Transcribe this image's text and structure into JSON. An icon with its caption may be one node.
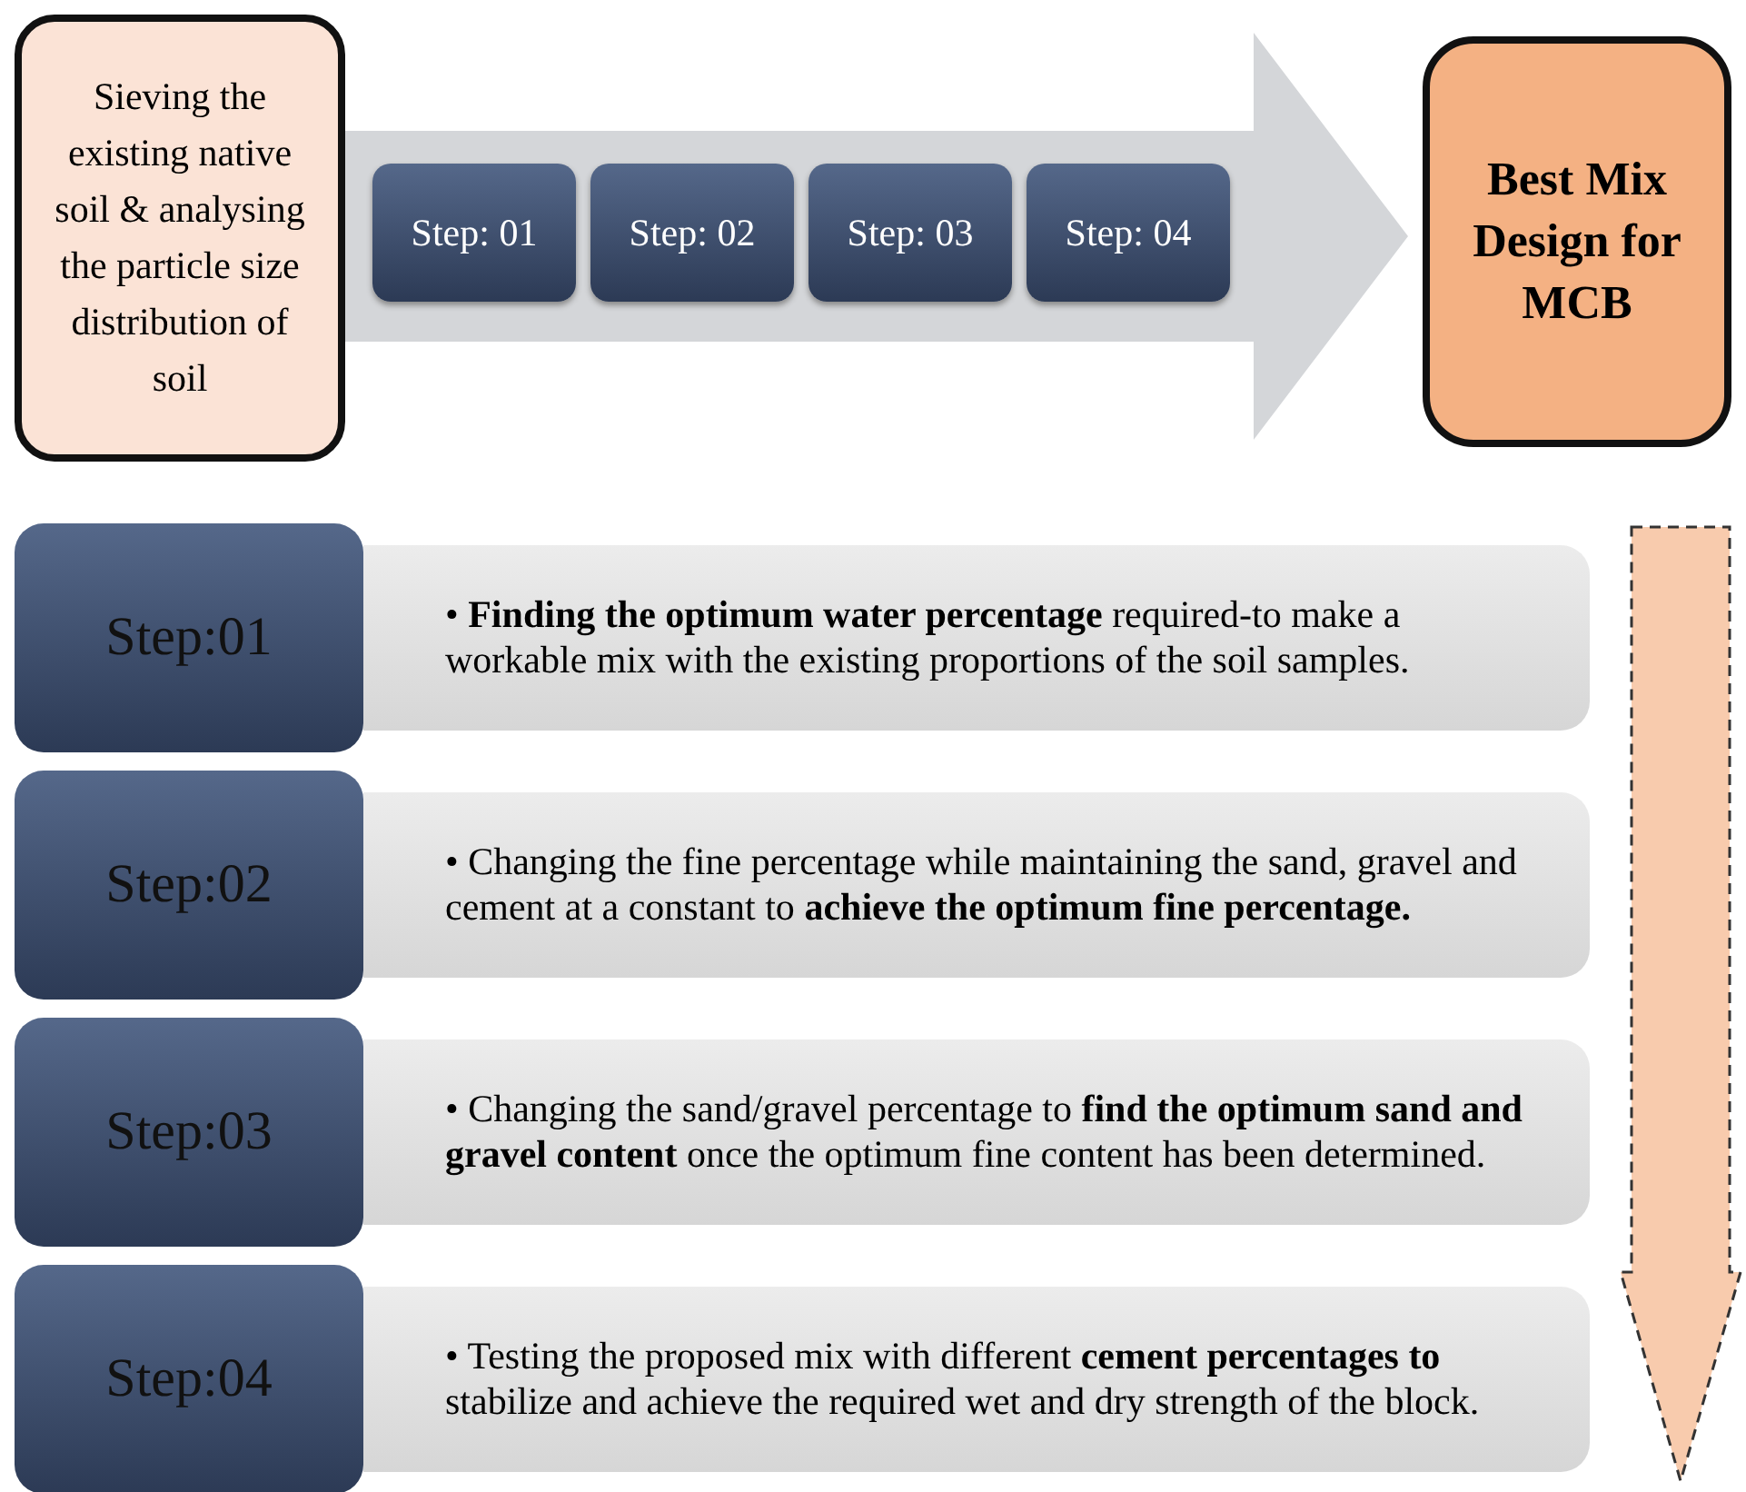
{
  "diagram": {
    "nodes": [
      {
        "text": [
          "Sieving the existing native soil & analysing the particle size distribution of soil"
        ]
      },
      {
        "text": [
          "Step: 01"
        ]
      },
      {
        "text": [
          "Step: 02"
        ]
      },
      {
        "text": [
          "Step: 03"
        ]
      },
      {
        "text": [
          "Step: 04"
        ]
      },
      {
        "text": [
          "Best Mix Design for MCB"
        ]
      },
      {
        "text": [
          "Step:01"
        ]
      },
      {
        "text": [
          "• **Finding the optimum water percentage** required-to make a workable mix with the existing proportions of the soil samples."
        ]
      },
      {
        "text": [
          "Step:02"
        ]
      },
      {
        "text": [
          "• Changing the fine percentage while maintaining the sand, gravel and cement at a constant to **achieve the optimum fine percentage.**"
        ]
      },
      {
        "text": [
          "Step:03"
        ]
      },
      {
        "text": [
          "• Changing the sand/gravel percentage to **find the optimum sand and gravel content** once the optimum fine content has been determined."
        ]
      },
      {
        "text": [
          "Step:04"
        ]
      },
      {
        "text": [
          "• Testing the proposed mix with different **cement percentages to** stabilize and achieve the required wet and dry strength of the block."
        ]
      }
    ],
    "edges": [
      {
        "from": 0,
        "to": 5,
        "arrow": "to",
        "style": "thick"
      }
    ]
  }
}
